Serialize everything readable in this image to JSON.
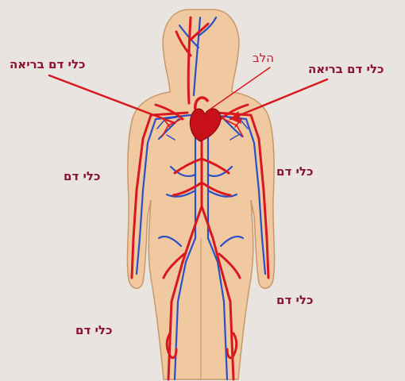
{
  "labels": {
    "lungs_left": "כלי דם בריאה",
    "lungs_right": "כלי דם בריאה",
    "heart": "הלב",
    "vessels_arm_left": "כלי דם",
    "vessels_arm_right": "כלי דם",
    "vessels_leg_right": "כלי דם",
    "vessels_leg_left": "כלי דם"
  },
  "colors": {
    "background": "#ebe6e1",
    "skin": "#f1c9a0",
    "artery": "#d8171f",
    "vein": "#2a50c8",
    "label_dark": "#8b1230",
    "label_heart": "#c8102e"
  }
}
